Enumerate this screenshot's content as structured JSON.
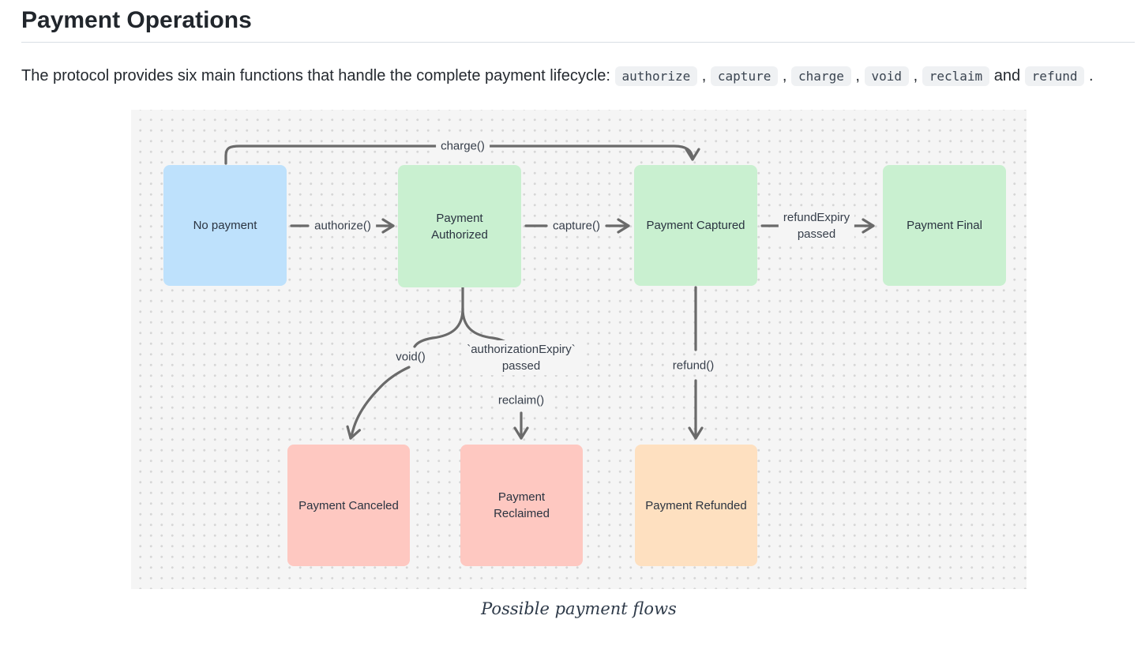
{
  "header": {
    "title": "Payment Operations"
  },
  "intro": {
    "text_before": "The protocol provides six main functions that handle the complete payment lifecycle:",
    "functions": [
      "authorize",
      "capture",
      "charge",
      "void",
      "reclaim",
      "refund"
    ],
    "comma": ",",
    "and_word": "and",
    "period": "."
  },
  "diagram": {
    "background_color": "#f5f5f5",
    "dot_color": "#d6d6d6",
    "arrow_color": "#6a6a6a",
    "nodes": {
      "no_payment": {
        "label": "No payment",
        "color": "#bee1fc"
      },
      "authorized": {
        "line1": "Payment",
        "line2": "Authorized",
        "color": "#c9f0d0"
      },
      "captured": {
        "label": "Payment Captured",
        "color": "#c9f0d0"
      },
      "final": {
        "label": "Payment Final",
        "color": "#c9f0d0"
      },
      "canceled": {
        "label": "Payment Canceled",
        "color": "#fec8c1"
      },
      "reclaimed": {
        "line1": "Payment",
        "line2": "Reclaimed",
        "color": "#fec8c1"
      },
      "refunded": {
        "label": "Payment Refunded",
        "color": "#fee0c0"
      }
    },
    "edges": {
      "authorize": {
        "label": "authorize()"
      },
      "capture": {
        "label": "capture()"
      },
      "charge": {
        "label": "charge()"
      },
      "refund_expiry": {
        "line1": "refundExpiry",
        "line2": "passed"
      },
      "void_edge": {
        "label": "void()"
      },
      "authorization_expiry": {
        "line1": "`authorizationExpiry`",
        "line2": "passed"
      },
      "reclaim": {
        "label": "reclaim()"
      },
      "refund": {
        "label": "refund()"
      }
    }
  },
  "caption": {
    "text": "Possible payment flows"
  }
}
